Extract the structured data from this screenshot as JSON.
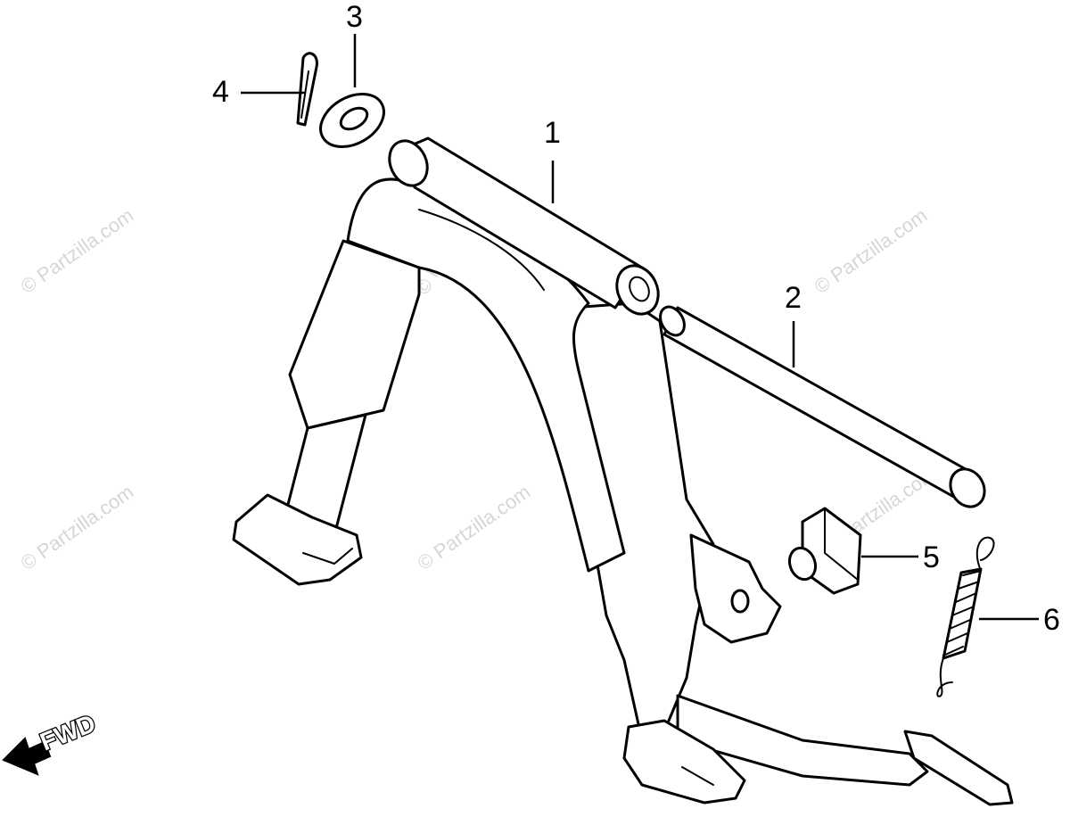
{
  "diagram": {
    "callouts": [
      {
        "id": "1",
        "label": "1"
      },
      {
        "id": "2",
        "label": "2"
      },
      {
        "id": "3",
        "label": "3"
      },
      {
        "id": "4",
        "label": "4"
      },
      {
        "id": "5",
        "label": "5"
      },
      {
        "id": "6",
        "label": "6"
      }
    ],
    "fwd_label": "FWD",
    "watermark": "© Partzilla.com",
    "colors": {
      "line": "#000000",
      "background": "#ffffff",
      "watermark": "#d6d6d6"
    }
  }
}
